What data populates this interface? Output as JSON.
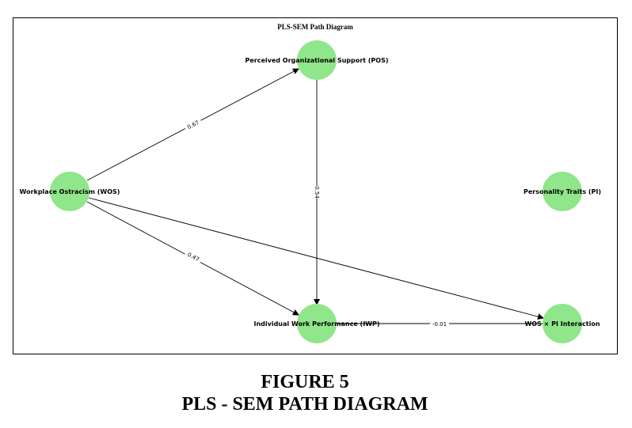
{
  "diagram": {
    "title": "PLS-SEM Path Diagram",
    "node_color": "#90e68a",
    "nodes": {
      "pos": "Perceived Organizational Support (POS)",
      "wos": "Workplace Ostracism (WOS)",
      "pi": "Personality Traits (PI)",
      "iwp": "Individual Work Performance (IWP)",
      "int": "WOS × PI Interaction"
    },
    "edges": {
      "wos_pos": "0.67",
      "pos_iwp": "0.54",
      "wos_iwp": "0.47",
      "iwp_int": "-0.01"
    }
  },
  "caption": {
    "figure_number": "FIGURE 5",
    "figure_title": "PLS - SEM PATH DIAGRAM"
  }
}
